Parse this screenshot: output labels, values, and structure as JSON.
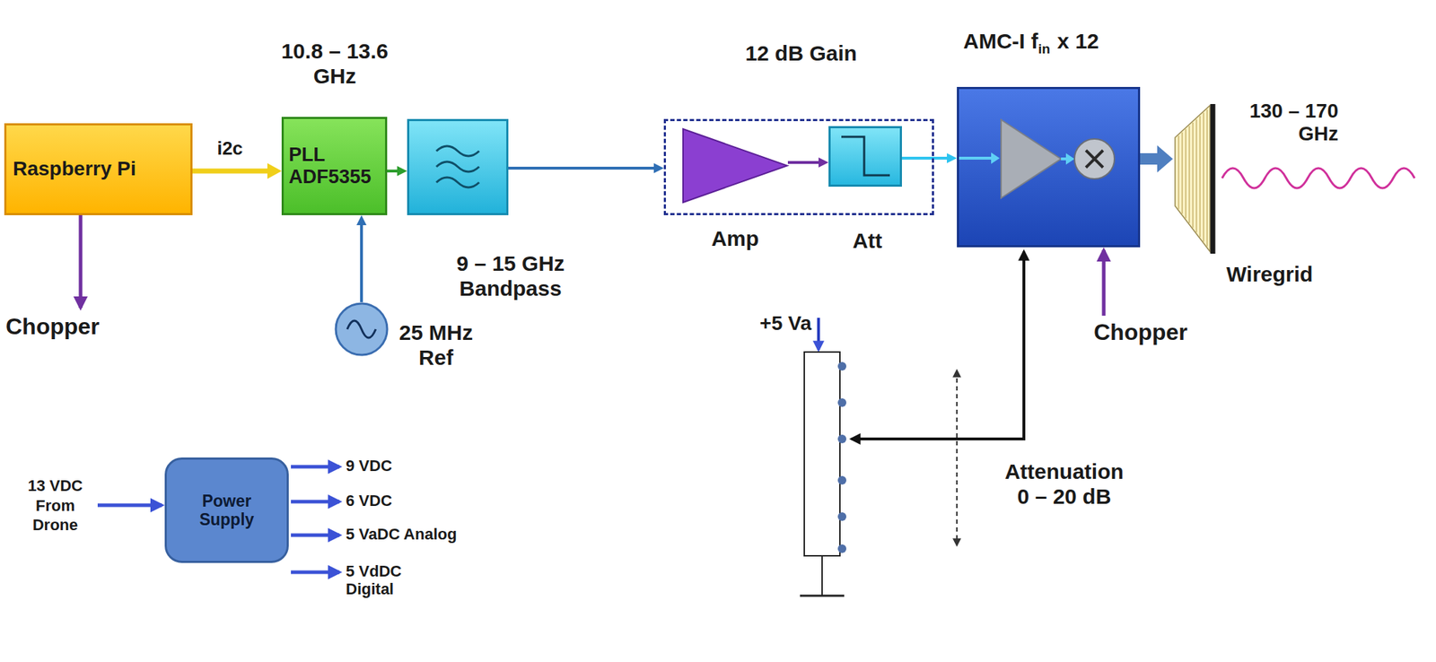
{
  "diagram": {
    "nodes": [
      {
        "text": [
          "Raspberry Pi"
        ]
      },
      {
        "text": [
          "PLL ADF5355"
        ]
      },
      {
        "text": [
          "9 – 15 GHz Bandpass"
        ]
      },
      {
        "text": [
          "25 MHz Ref"
        ]
      },
      {
        "text": [
          "12 dB Gain"
        ]
      },
      {
        "text": [
          "Amp"
        ],
        "in": 4
      },
      {
        "text": [
          "Att"
        ],
        "in": 4
      },
      {
        "text": [
          "AMC-I f",
          "in",
          "x 12"
        ]
      },
      {
        "text": [
          "Wiregrid"
        ]
      },
      {
        "text": [
          "Power Supply"
        ]
      }
    ],
    "edges": [
      {
        "from": 0,
        "to": 1,
        "label": "i2c",
        "arrow": "to"
      },
      {
        "from": 1,
        "to": 2,
        "arrow": "to"
      },
      {
        "from": 3,
        "to": 1,
        "arrow": "to"
      },
      {
        "from": 2,
        "to": 4,
        "arrow": "to"
      },
      {
        "from": 5,
        "to": 6,
        "arrow": "to"
      },
      {
        "from": 6,
        "to": 7,
        "arrow": "to"
      },
      {
        "from": 7,
        "to": 8,
        "arrow": "to"
      }
    ],
    "labels": [
      "10.8 – 13.6 GHz",
      "Chopper",
      "Chopper",
      "130 – 170 GHz",
      "+5 Va",
      "Attenuation 0 – 20 dB",
      "13 VDC From Drone",
      "9 VDC",
      "6 VDC",
      "5 VaDC Analog",
      "5 VdDC Digital"
    ]
  }
}
